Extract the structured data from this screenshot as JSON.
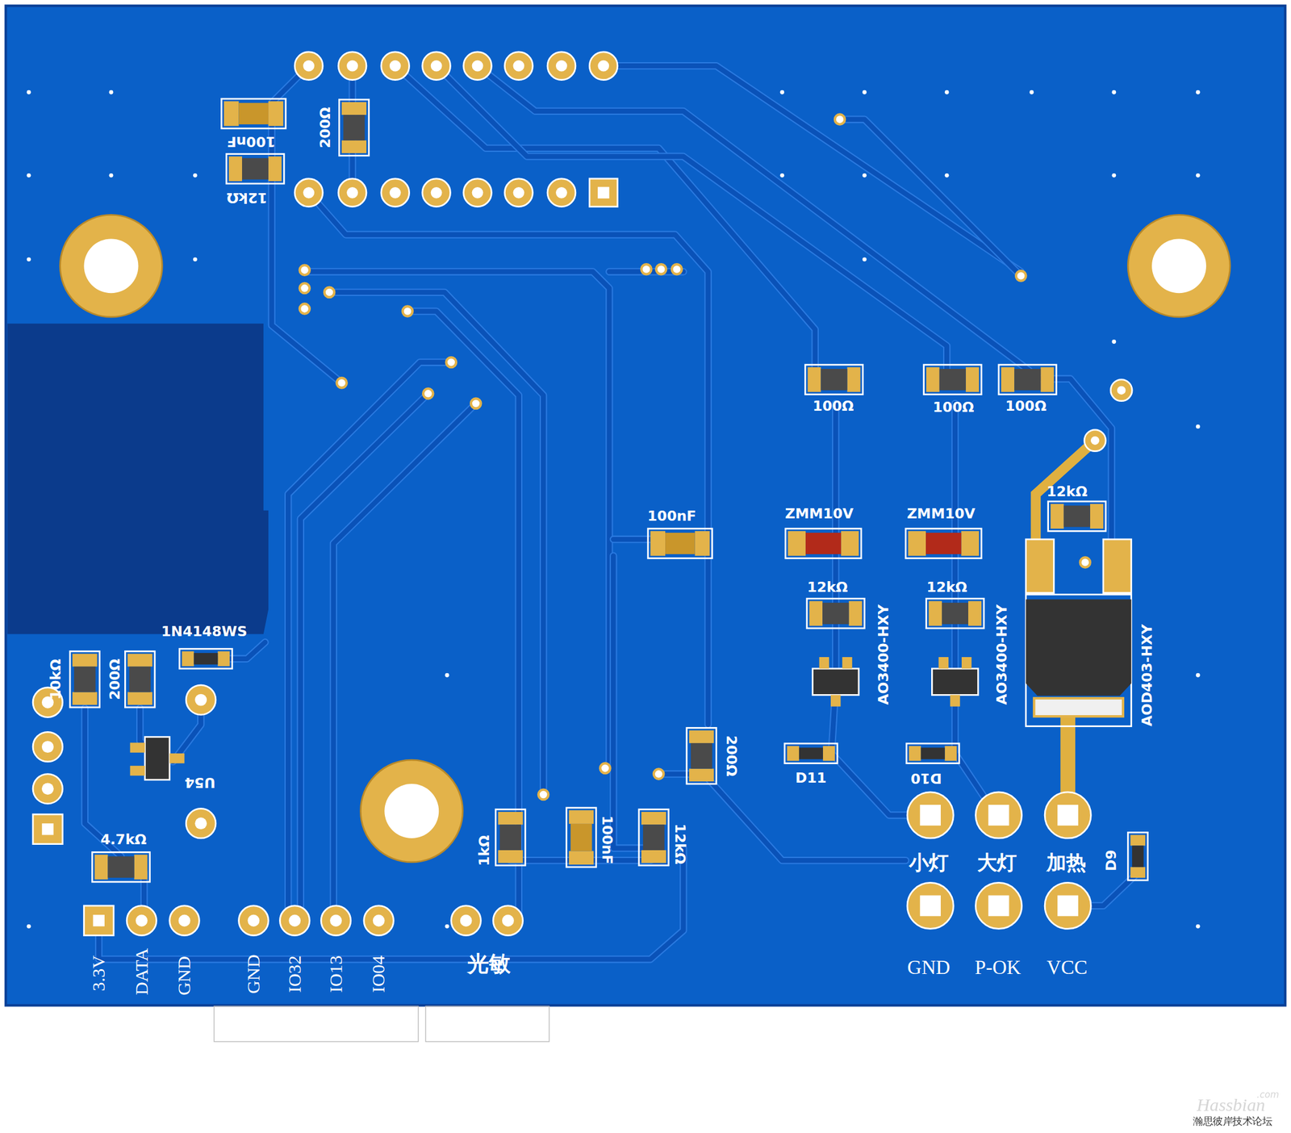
{
  "diagram": {
    "labels": [
      "100nF",
      "200Ω",
      "12kΩ",
      "100Ω",
      "100Ω",
      "100Ω",
      "12kΩ",
      "100nF",
      "ZMM10V",
      "ZMM10V",
      "12kΩ",
      "12kΩ",
      "AO3400-HXY",
      "AO3400-HXY",
      "AOD403-HXY",
      "1N4148WS",
      "10kΩ",
      "200Ω",
      "U54",
      "200Ω",
      "D11",
      "D10",
      "1kΩ",
      "100nF",
      "12kΩ",
      "4.7kΩ",
      "小灯",
      "大灯",
      "加热",
      "D9",
      "3.3V",
      "DATA",
      "GND",
      "GND",
      "IO32",
      "IO13",
      "IO04",
      "光敏",
      "GND",
      "P-OK",
      "VCC",
      "Hassbian",
      ".com",
      "瀚思彼岸技术论坛"
    ]
  }
}
